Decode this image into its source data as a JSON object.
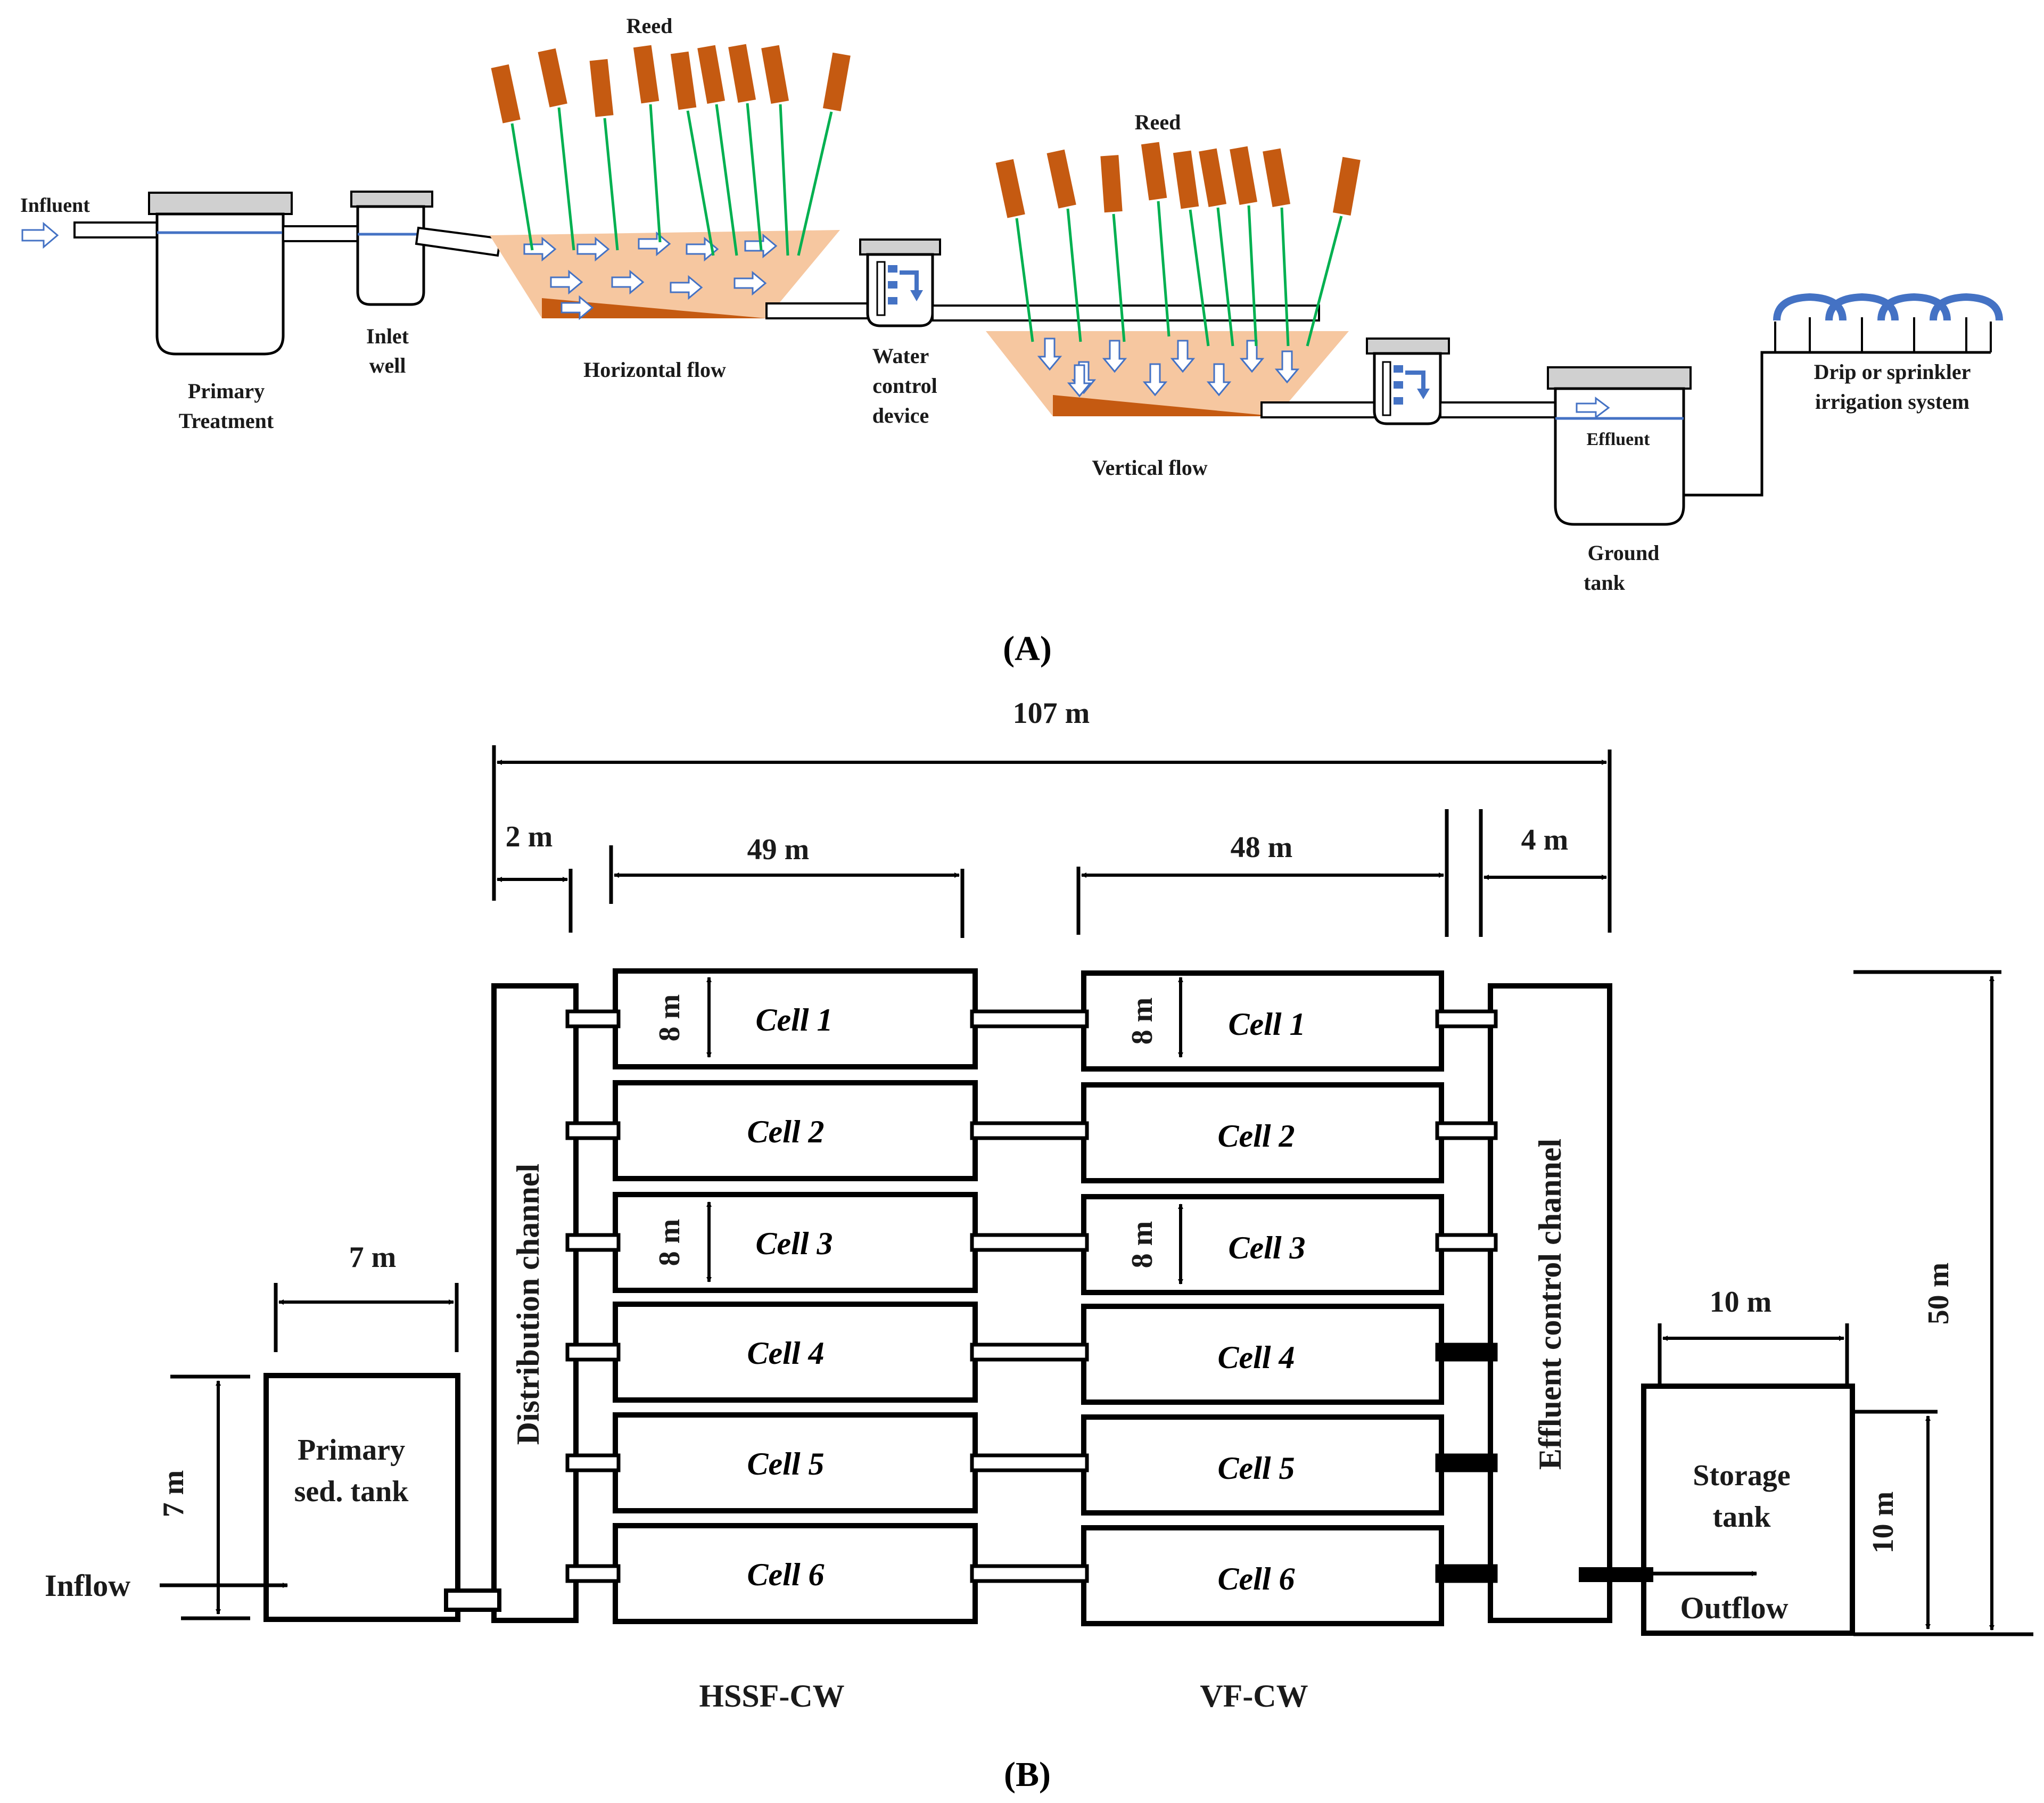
{
  "panel_a": {
    "caption_open": "(",
    "caption_letter": "A",
    "caption_close": ")",
    "influent": "Influent",
    "primary_line1": "Primary",
    "primary_line2": "Treatment",
    "inlet_line1": "Inlet",
    "inlet_line2": "well",
    "reed_1": "Reed",
    "horizontal_flow": "Horizontal flow",
    "water_control_line1": "Water",
    "water_control_line2": "control",
    "water_control_line3": "device",
    "reed_2": "Reed",
    "vertical_flow": "Vertical  flow",
    "effluent": "Effluent",
    "ground_line1": "Ground",
    "ground_line2": "tank",
    "irrigation_line1": "Drip or sprinkler",
    "irrigation_line2": "irrigation system"
  },
  "panel_b": {
    "caption_open": "(",
    "caption_letter": "B",
    "caption_close": ")",
    "total_length": "107 m",
    "dist_width": "2 m",
    "hssf_length": "49 m",
    "vf_length": "48 m",
    "eff_width": "4 m",
    "primary_width": "7 m",
    "primary_height": "7 m",
    "primary_line1": "Primary",
    "primary_line2": "sed. tank",
    "inflow": "Inflow",
    "distribution_channel": "Distribution  channel",
    "hssf_cells": [
      "Cell  1",
      "Cell 2",
      "Cell  3",
      "Cell 4",
      "Cell 5",
      "Cell 6"
    ],
    "vf_cells": [
      "Cell 1",
      "Cell 2",
      "Cell 3",
      "Cell 4",
      "Cell 5",
      "Cell 6"
    ],
    "cell_height_1": "8 m",
    "cell_height_2": "8 m",
    "cell_height_3": "8 m",
    "cell_height_4": "8 m",
    "effluent_channel": "Effluent  control  channel",
    "storage_width": "10 m",
    "storage_height": "10 m",
    "total_height": "50 m",
    "storage_line1": "Storage",
    "storage_line2": "tank",
    "outflow": "Outflow",
    "hssf_label": "HSSF-CW",
    "vf_label": "VF-CW"
  },
  "colors": {
    "line": "#000000",
    "water": "#4472c4",
    "arrow_blue": "#4472c4",
    "bed_fill": "#f6c7a0",
    "bed_slope": "#c55a11",
    "reed_head": "#c55a11",
    "reed_stem": "#00b050",
    "lid": "#d0d0d0",
    "sprinkler": "#4472c4"
  }
}
